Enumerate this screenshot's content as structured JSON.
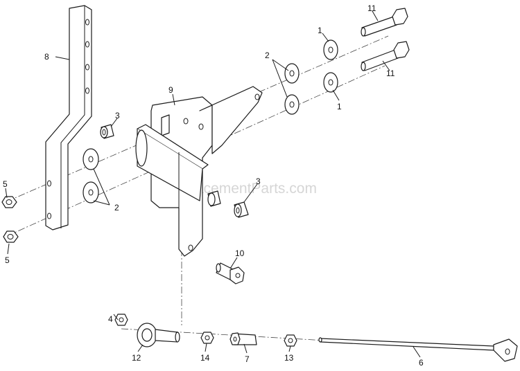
{
  "watermark": "eReplacementParts.com",
  "callouts": {
    "c1a": "1",
    "c1b": "1",
    "c2a": "2",
    "c2b": "2",
    "c3a": "3",
    "c3b": "3",
    "c4": "4",
    "c5a": "5",
    "c5b": "5",
    "c6": "6",
    "c7": "7",
    "c8": "8",
    "c9": "9",
    "c10": "10",
    "c11a": "11",
    "c11b": "11",
    "c12": "12",
    "c13": "13",
    "c14": "14"
  }
}
